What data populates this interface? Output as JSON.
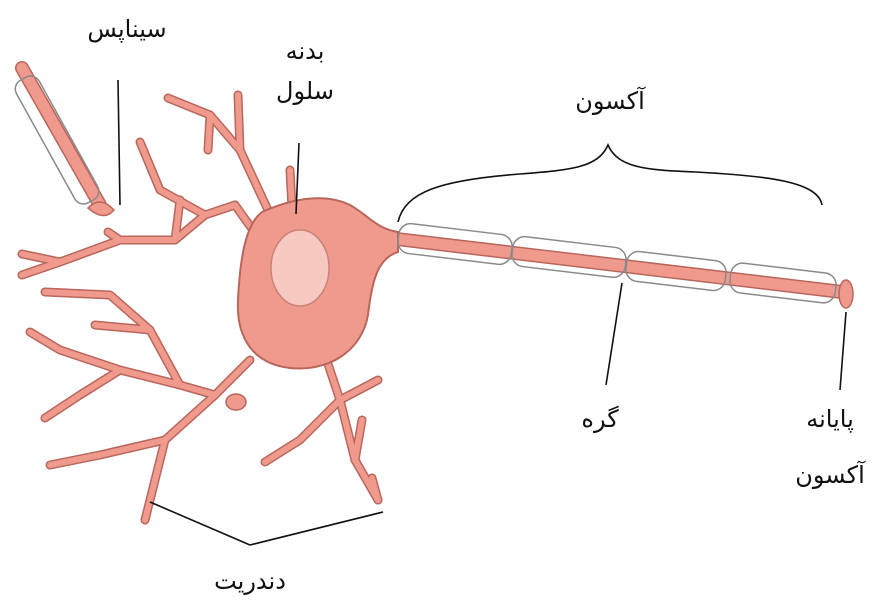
{
  "labels": {
    "synapse": "سیناپس",
    "cell_body_line1": "بدنه",
    "cell_body_line2": "سلول",
    "axon": "آکسون",
    "node": "گره",
    "axon_terminal_line1": "پایانه",
    "axon_terminal_line2": "آکسون",
    "dendrite": "دندریت"
  },
  "colors": {
    "neuron_fill": "#ef9a8d",
    "neuron_outline": "#b9665c",
    "nucleus_fill": "#f8c9c0",
    "myelin_stroke": "#8a8a8a",
    "line": "#111111"
  }
}
